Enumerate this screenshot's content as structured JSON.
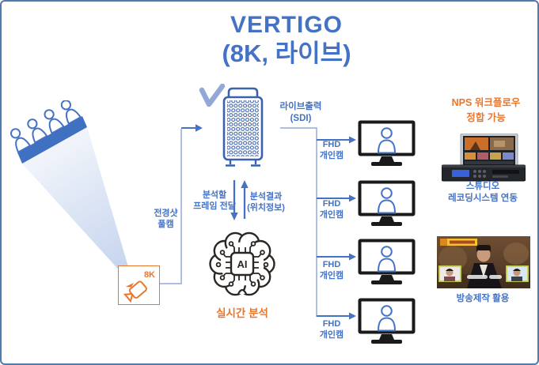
{
  "frame": {
    "border_color": "#4E7BB0",
    "background": "#FFFFFF"
  },
  "title": {
    "line1": "VERTIGO",
    "line2": "(8K, 라이브)",
    "color": "#4472C4"
  },
  "palette": {
    "blue": "#4472C4",
    "tower_blue": "#3A62AD",
    "light_line": "#9FB6DE",
    "check_gray_blue": "#93A8D4",
    "orange": "#E8772E",
    "dark": "#1A1A1A"
  },
  "diagram": {
    "audience": {
      "people_count": 4
    },
    "camera": {
      "badge": "8K"
    },
    "labels": {
      "camera_feed": "전경샷\n풀캠",
      "to_ai": "분석할\n프레임 전달",
      "from_ai": "분석결과\n(위치정보)",
      "live_output": "라이브출력\n(SDI)",
      "ai_caption": "실시간 분석"
    },
    "ai_chip_text": "AI",
    "outputs": [
      {
        "label": "FHD\n개인캠"
      },
      {
        "label": "FHD\n개인캠"
      },
      {
        "label": "FHD\n개인캠"
      },
      {
        "label": "FHD\n개인캠"
      }
    ]
  },
  "right_panel": {
    "nps_note": "NPS 워크플로우\n정합 가능",
    "studio_caption": "스튜디오\n레코딩시스템 연동",
    "broadcast_caption": "방송제작 활용"
  }
}
